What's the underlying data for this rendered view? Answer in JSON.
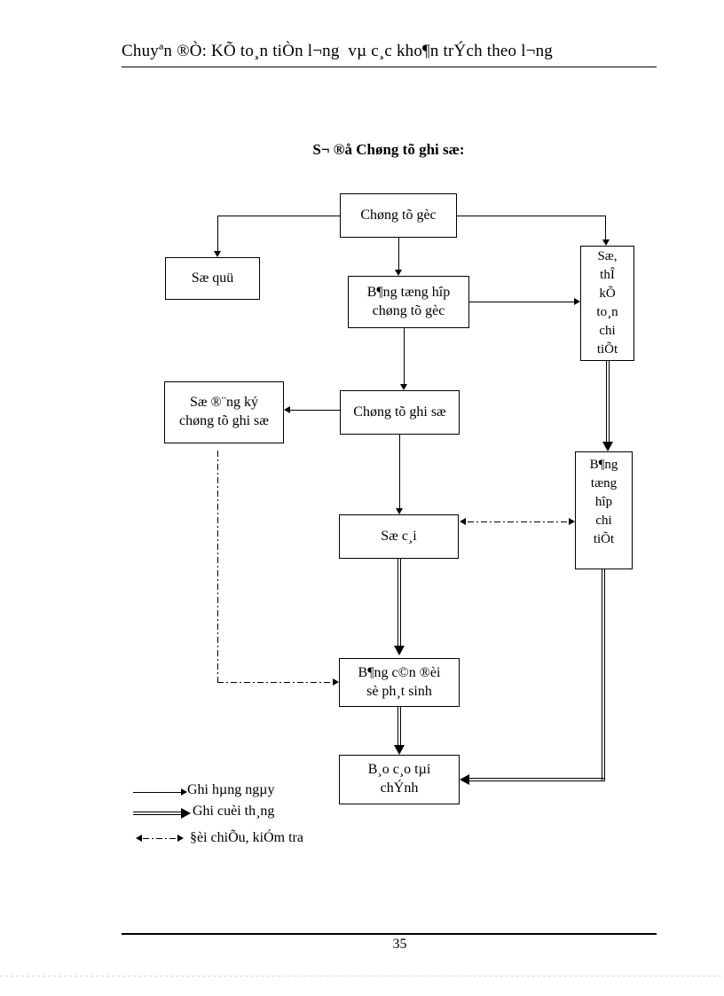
{
  "page": {
    "header_text": "Chuyªn ®Ò: KÕ to¸n tiÒn l¬ng  vµ c¸c kho¶n trÝch theo l¬ng",
    "page_number": "35"
  },
  "diagram": {
    "title": "S¬ ®å Chøng tõ ghi sæ:",
    "boxes": {
      "chung_tu_goc": "Chøng tõ gèc",
      "so_quy": "Sæ quü",
      "bang_tong_hop_chung_tu_goc": "B¶ng tæng hîp\nchøng tõ gèc",
      "so_the_ke_toan_chi_tiet": "Sæ,\nthÎ\nkÕ\nto¸n\nchi\ntiÕt",
      "so_dang_ky_chung_tu_ghi_so": "Sæ ®¨ng ký\nchøng tõ ghi sæ",
      "chung_tu_ghi_so": "Chøng tõ ghi sæ",
      "so_cai": "Sæ c¸i",
      "bang_tong_hop_chi_tiet": "B¶ng\ntæng\nhîp\nchi\ntiÕt",
      "bang_can_doi_so_phat_sinh": "B¶ng c©n ®èi\nsè ph¸t sinh",
      "bao_cao_tai_chinh": "B¸o c¸o tµi\nchÝnh"
    },
    "legend": [
      {
        "arrow": "single-solid-arrow",
        "label": "Ghi hµng ngµy"
      },
      {
        "arrow": "double-solid-arrow",
        "label": "Ghi cuèi th¸ng"
      },
      {
        "arrow": "dash-dot-double-headed-arrow",
        "label": "§èi chiÕu, kiÓm tra"
      }
    ]
  },
  "colors": {
    "ink": "#000000",
    "paper": "#ffffff"
  }
}
